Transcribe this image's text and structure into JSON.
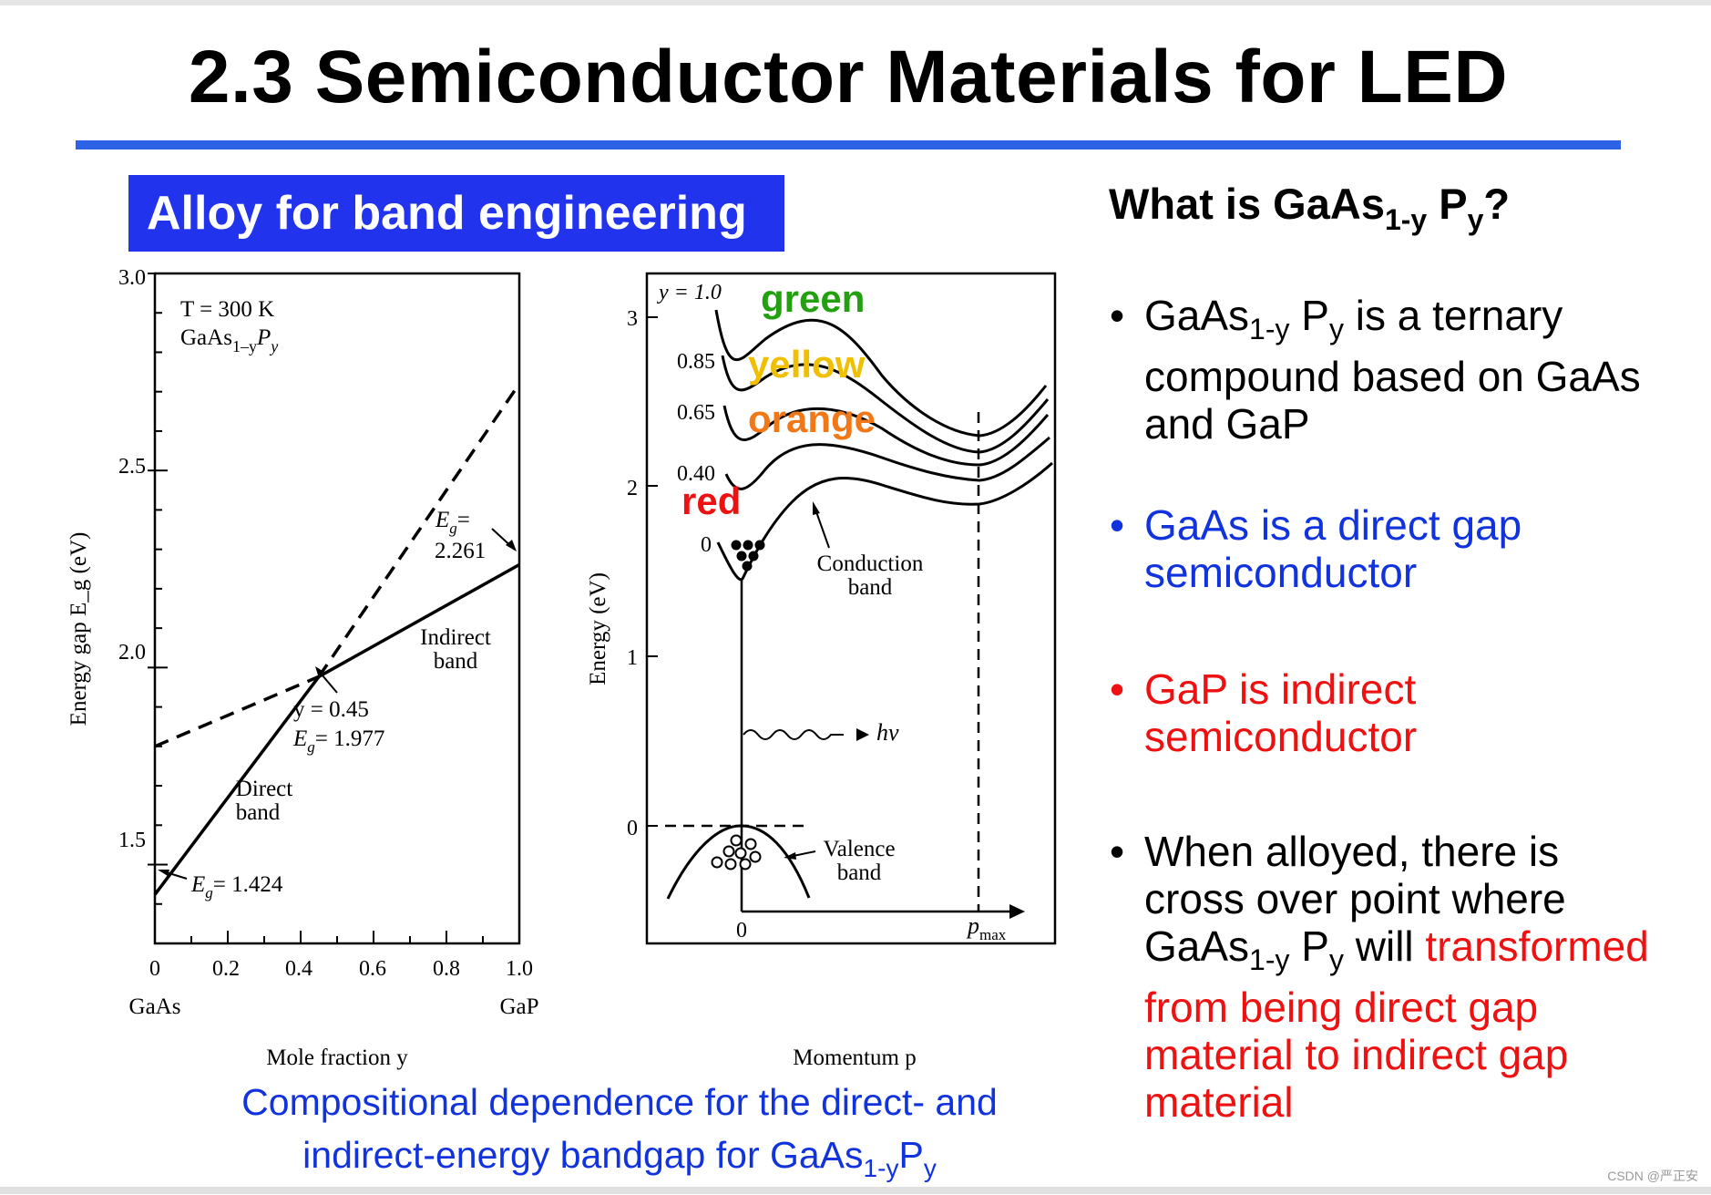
{
  "slide": {
    "title": "2.3 Semiconductor Materials for LED",
    "banner": "Alloy for band engineering",
    "question": {
      "pre": "What is GaAs",
      "sub1": "1-y",
      "mid": " P",
      "sub2": "y",
      "post": "?"
    },
    "bullets": [
      {
        "dot": "•",
        "pre": "GaAs",
        "sub1": "1-y",
        "mid": " P",
        "sub2": "y",
        "post": " is a ternary compound based on GaAs and GaP"
      },
      {
        "dot": "•",
        "text": "GaAs is a direct gap semiconductor",
        "color": "#1133dd"
      },
      {
        "dot": "•",
        "text": "GaP is indirect semiconductor",
        "color": "#ee1111"
      },
      {
        "dot": "•",
        "pre": "When alloyed, there is cross over point where GaAs",
        "sub1": "1-y",
        "mid": " P",
        "sub2": "y",
        "post": " will ",
        "red_text": "transformed from being direct gap material to indirect gap material"
      }
    ],
    "caption": {
      "line1": "Compositional dependence for the direct- and",
      "line2_pre": "indirect-energy bandgap for GaAs",
      "sub1": "1-y",
      "mid": "P",
      "sub2": "y"
    },
    "watermark": "CSDN @严正安"
  },
  "chart_data": [
    {
      "type": "line",
      "xlabel": "Mole fraction y",
      "ylabel": "Energy gap E_g (eV)",
      "xlim": [
        0,
        1.0
      ],
      "ylim": [
        1.3,
        3.0
      ],
      "x_ticks": [
        "0",
        "0.2",
        "0.4",
        "0.6",
        "0.8",
        "1.0"
      ],
      "y_ticks": [
        "1.5",
        "2.0",
        "2.5",
        "3.0"
      ],
      "x_end_labels": {
        "left": "GaAs",
        "right": "GaP"
      },
      "conditions": {
        "temp": "T = 300 K",
        "material": "GaAs",
        "material_sub": "1–y",
        "material_p": "P",
        "material_p_sub": "y"
      },
      "series": [
        {
          "name": "Direct band",
          "style": "solid",
          "points": [
            [
              0,
              1.424
            ],
            [
              0.45,
              1.977
            ]
          ]
        },
        {
          "name": "Indirect band",
          "style": "solid",
          "points": [
            [
              0.45,
              1.977
            ],
            [
              1.0,
              2.261
            ]
          ]
        },
        {
          "style": "dashed",
          "points": [
            [
              0,
              1.8
            ],
            [
              0.45,
              1.977
            ]
          ]
        },
        {
          "style": "dashed",
          "points": [
            [
              0.45,
              1.977
            ],
            [
              1.0,
              2.72
            ]
          ]
        }
      ],
      "annotations": {
        "eg_gaas": "= 1.424",
        "eg_gap": "=",
        "eg_gap_val": "2.261",
        "cross_y": "y = 0.45",
        "cross_e": "= 1.977",
        "direct_1": "Direct",
        "direct_2": "band",
        "indirect_1": "Indirect",
        "indirect_2": "band"
      }
    },
    {
      "type": "line",
      "xlabel": "Momentum p",
      "ylabel": "Energy (eV)",
      "y_ticks": [
        "0",
        "1",
        "2",
        "3"
      ],
      "ylim": [
        -0.7,
        3.25
      ],
      "x_ticks": [
        "0"
      ],
      "x_max_label": "p",
      "x_max_sub": "max",
      "curves_y": [
        "y = 1.0",
        "0.85",
        "0.65",
        "0.40",
        "0"
      ],
      "color_labels": [
        {
          "text": "green",
          "color": "#22a010"
        },
        {
          "text": "yellow",
          "color": "#f0c000"
        },
        {
          "text": "orange",
          "color": "#f07818"
        },
        {
          "text": "red",
          "color": "#ee1111"
        }
      ],
      "annotations": {
        "conduction_1": "Conduction",
        "conduction_2": "band",
        "valence_1": "Valence",
        "valence_2": "band",
        "photon": "hν"
      }
    }
  ]
}
